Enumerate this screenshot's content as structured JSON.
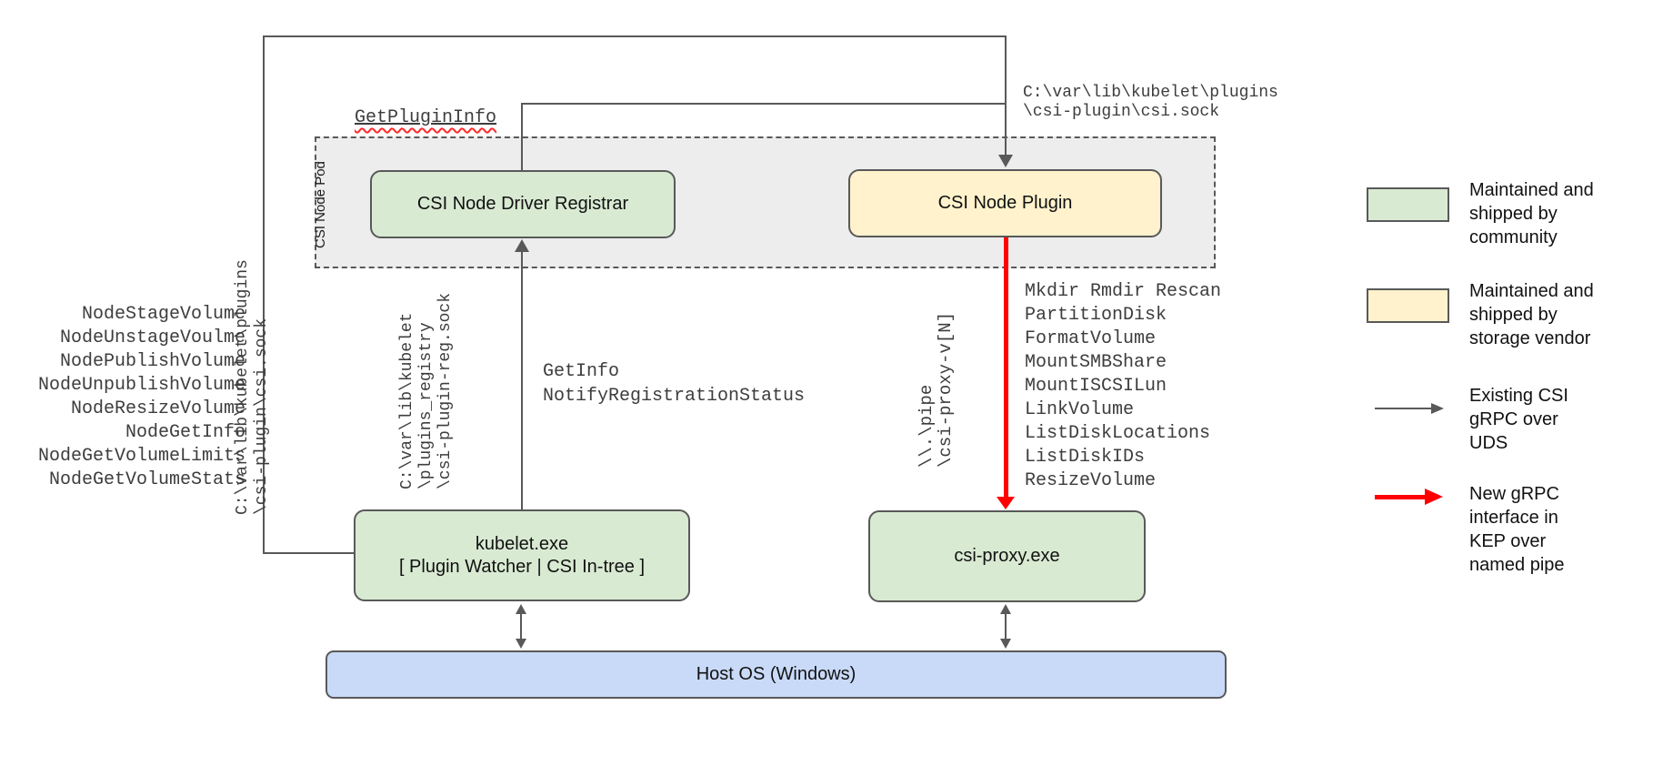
{
  "pod": {
    "label": "CSI Node Pod"
  },
  "nodes": {
    "registrar": "CSI Node Driver Registrar",
    "plugin": "CSI Node Plugin",
    "kubelet": [
      "kubelet.exe",
      "[ Plugin Watcher | CSI In-tree ]"
    ],
    "csi_proxy": "csi-proxy.exe",
    "host_os": "Host OS (Windows)"
  },
  "annotations": {
    "get_plugin_info": "GetPluginInfo",
    "csi_sock_path_top": [
      "C:\\var\\lib\\kubelet\\plugins",
      "\\csi-plugin\\csi.sock"
    ],
    "csi_sock_path_vertical": [
      "C:\\var\\lib\\kubelet\\plugins",
      "\\csi-plugin\\csi.sock"
    ],
    "registration_sock_path": [
      "C:\\var\\lib\\kubelet",
      "\\plugins_registry",
      "\\csi-plugin-reg.sock"
    ],
    "registration_calls": [
      "GetInfo",
      "NotifyRegistrationStatus"
    ],
    "named_pipe_path": [
      "\\\\.\\pipe",
      "\\csi-proxy-v[N]"
    ],
    "node_csi_calls": [
      "NodeStageVolume",
      "NodeUnstageVoulme",
      "NodePublishVolume",
      "NodeUnpublishVolume",
      "NodeResizeVolume",
      "NodeGetInfo",
      "NodeGetVolumeLimits",
      "NodeGetVolumeStats"
    ],
    "csi_proxy_api_calls": [
      "Mkdir Rmdir Rescan",
      "PartitionDisk",
      "FormatVolume",
      "MountSMBShare",
      "MountISCSILun",
      "LinkVolume",
      "ListDiskLocations",
      "ListDiskIDs",
      "ResizeVolume"
    ]
  },
  "legend": {
    "items": [
      {
        "swatch": "green-box",
        "label": [
          "Maintained and",
          "shipped by",
          "community"
        ]
      },
      {
        "swatch": "yellow-box",
        "label": [
          "Maintained and",
          "shipped by",
          "storage vendor"
        ]
      },
      {
        "swatch": "gray-arrow",
        "label": [
          "Existing CSI",
          "gRPC over",
          "UDS"
        ]
      },
      {
        "swatch": "red-arrow",
        "label": [
          "New gRPC",
          "interface in",
          "KEP over",
          "named pipe"
        ]
      }
    ]
  },
  "colors": {
    "community_green": "#d9ead3",
    "vendor_yellow": "#fff2cc",
    "host_blue": "#c9daf8",
    "pod_background": "#ededed",
    "line_gray": "#595959",
    "new_interface_red": "#fe0000"
  }
}
